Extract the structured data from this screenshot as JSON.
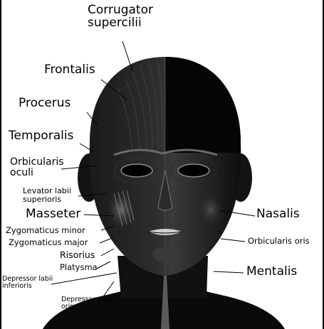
{
  "labels": {
    "corrugator_supercilii": [
      "Corrugator",
      "supercilii"
    ],
    "frontalis": "Frontalis",
    "procerus": "Procerus",
    "temporalis": "Temporalis",
    "orbicularis_oculi": [
      "Orbicularis",
      "oculi"
    ],
    "levator_labii_superioris": [
      "Levator labii",
      "superioris"
    ],
    "masseter": "Masseter",
    "zygomaticus_minor": "Zygomaticus minor",
    "zygomaticus_major": "Zygomaticus major",
    "risorius": "Risorius",
    "platysma": "Platysma",
    "depressor_labii_inferioris": [
      "Depressor labii",
      "inferioris"
    ],
    "depressor_anguli_oris": [
      "Depressor anguli",
      "oris"
    ],
    "nasalis": "Nasalis",
    "orbicularis_oris": "Orbicularis oris",
    "mentalis": "Mentalis"
  },
  "colors": {
    "background": "#ffffff",
    "head": "#0a0a0a",
    "skin_highlight": "#ffffff",
    "leader_line": "#000000",
    "label_text": "#000000"
  }
}
